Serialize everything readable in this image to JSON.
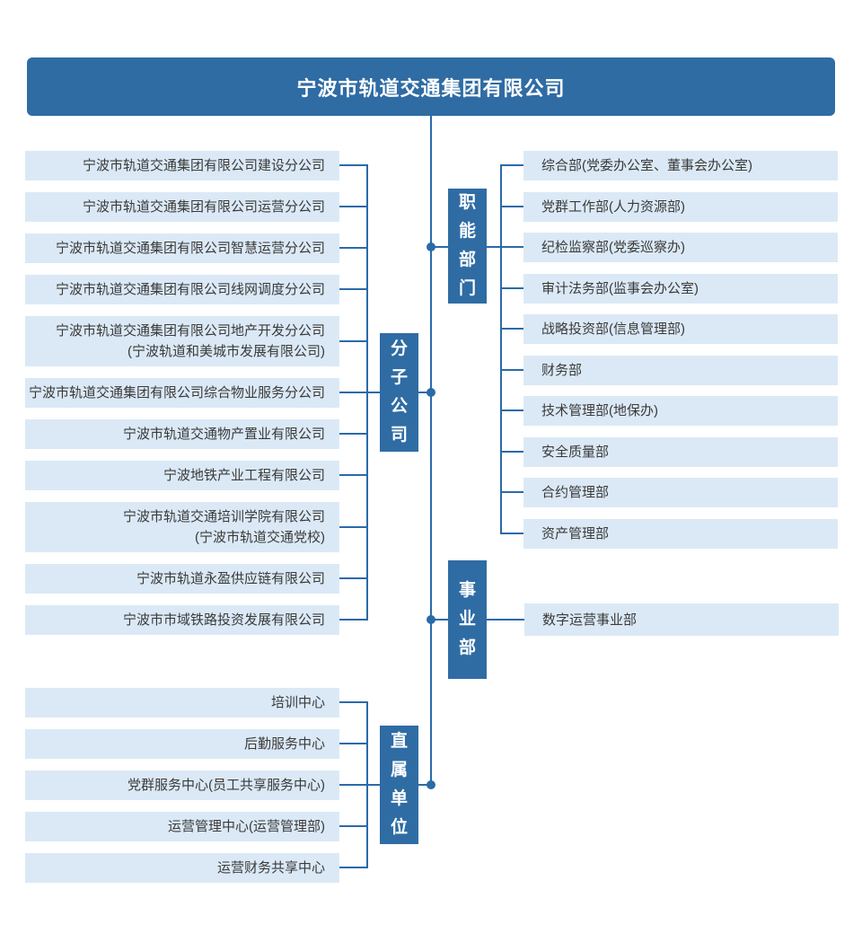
{
  "title": "宁波市轨道交通集团有限公司",
  "colors": {
    "header_bg": "#2F6CA4",
    "label_bg": "#2F6CA4",
    "item_bg": "#DBE9F6",
    "line": "#2B6AA9",
    "item_text": "#3A3A3A"
  },
  "groups": {
    "subsidiaries": {
      "label": "分子公司",
      "items": [
        {
          "lines": [
            "宁波市轨道交通集团有限公司建设分公司"
          ]
        },
        {
          "lines": [
            "宁波市轨道交通集团有限公司运营分公司"
          ]
        },
        {
          "lines": [
            "宁波市轨道交通集团有限公司智慧运营分公司"
          ]
        },
        {
          "lines": [
            "宁波市轨道交通集团有限公司线网调度分公司"
          ]
        },
        {
          "lines": [
            "宁波市轨道交通集团有限公司地产开发分公司",
            "(宁波轨道和美城市发展有限公司)"
          ]
        },
        {
          "lines": [
            "宁波市轨道交通集团有限公司综合物业服务分公司"
          ]
        },
        {
          "lines": [
            "宁波市轨道交通物产置业有限公司"
          ]
        },
        {
          "lines": [
            "宁波地铁产业工程有限公司"
          ]
        },
        {
          "lines": [
            "宁波市轨道交通培训学院有限公司",
            "(宁波市轨道交通党校)"
          ]
        },
        {
          "lines": [
            "宁波市轨道永盈供应链有限公司"
          ]
        },
        {
          "lines": [
            "宁波市市域铁路投资发展有限公司"
          ]
        }
      ]
    },
    "departments": {
      "label": "职能部门",
      "items": [
        "综合部(党委办公室、董事会办公室)",
        "党群工作部(人力资源部)",
        "纪检监察部(党委巡察办)",
        "审计法务部(监事会办公室)",
        "战略投资部(信息管理部)",
        "财务部",
        "技术管理部(地保办)",
        "安全质量部",
        "合约管理部",
        "资产管理部"
      ]
    },
    "business_units": {
      "label": "事业部",
      "items": [
        "数字运营事业部"
      ]
    },
    "direct_units": {
      "label": "直属单位",
      "items": [
        "培训中心",
        "后勤服务中心",
        "党群服务中心(员工共享服务中心)",
        "运营管理中心(运营管理部)",
        "运营财务共享中心"
      ]
    }
  }
}
